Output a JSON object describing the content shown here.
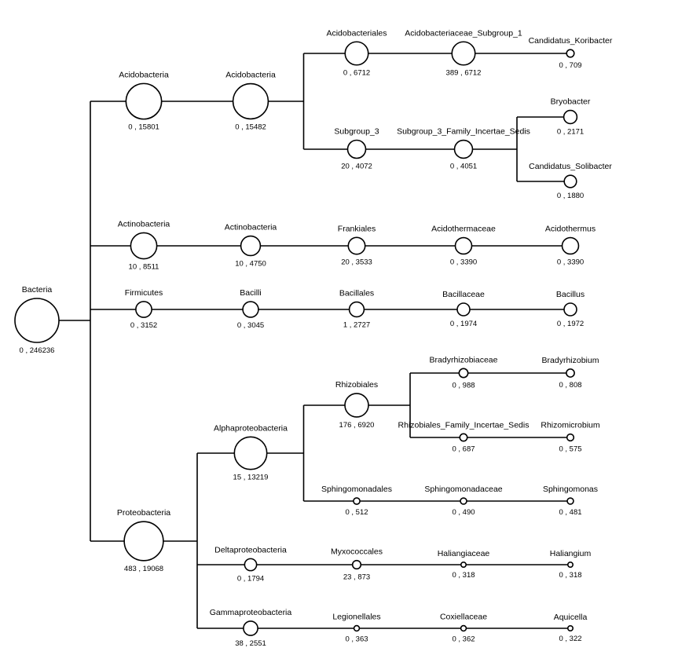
{
  "tree": {
    "line_color": "#000000",
    "node_fill": "#ffffff",
    "nodes": [
      {
        "id": "bacteria",
        "label": "Bacteria",
        "value": "0 , 246236",
        "a": 0,
        "b": 246236
      },
      {
        "id": "acidobacteria-phylum",
        "label": "Acidobacteria",
        "value": "0 , 15801",
        "a": 0,
        "b": 15801
      },
      {
        "id": "acidobacteria-class",
        "label": "Acidobacteria",
        "value": "0 , 15482",
        "a": 0,
        "b": 15482
      },
      {
        "id": "acidobacteriales",
        "label": "Acidobacteriales",
        "value": "0 , 6712",
        "a": 0,
        "b": 6712
      },
      {
        "id": "acidobacteriaceae-subgroup-1",
        "label": "Acidobacteriaceae_Subgroup_1",
        "value": "389 , 6712",
        "a": 389,
        "b": 6712
      },
      {
        "id": "candidatus-koribacter",
        "label": "Candidatus_Koribacter",
        "value": "0 , 709",
        "a": 0,
        "b": 709
      },
      {
        "id": "subgroup-3",
        "label": "Subgroup_3",
        "value": "20 , 4072",
        "a": 20,
        "b": 4072
      },
      {
        "id": "subgroup-3-family",
        "label": "Subgroup_3_Family_Incertae_Sedis",
        "value": "0 , 4051",
        "a": 0,
        "b": 4051
      },
      {
        "id": "bryobacter",
        "label": "Bryobacter",
        "value": "0 , 2171",
        "a": 0,
        "b": 2171
      },
      {
        "id": "candidatus-solibacter",
        "label": "Candidatus_Solibacter",
        "value": "0 , 1880",
        "a": 0,
        "b": 1880
      },
      {
        "id": "actinobacteria-phylum",
        "label": "Actinobacteria",
        "value": "10 , 8511",
        "a": 10,
        "b": 8511
      },
      {
        "id": "actinobacteria-class",
        "label": "Actinobacteria",
        "value": "10 , 4750",
        "a": 10,
        "b": 4750
      },
      {
        "id": "frankiales",
        "label": "Frankiales",
        "value": "20 , 3533",
        "a": 20,
        "b": 3533
      },
      {
        "id": "acidothermaceae",
        "label": "Acidothermaceae",
        "value": "0 , 3390",
        "a": 0,
        "b": 3390
      },
      {
        "id": "acidothermus",
        "label": "Acidothermus",
        "value": "0 , 3390",
        "a": 0,
        "b": 3390
      },
      {
        "id": "firmicutes",
        "label": "Firmicutes",
        "value": "0 , 3152",
        "a": 0,
        "b": 3152
      },
      {
        "id": "bacilli",
        "label": "Bacilli",
        "value": "0 , 3045",
        "a": 0,
        "b": 3045
      },
      {
        "id": "bacillales",
        "label": "Bacillales",
        "value": "1 , 2727",
        "a": 1,
        "b": 2727
      },
      {
        "id": "bacillaceae",
        "label": "Bacillaceae",
        "value": "0 , 1974",
        "a": 0,
        "b": 1974
      },
      {
        "id": "bacillus",
        "label": "Bacillus",
        "value": "0 , 1972",
        "a": 0,
        "b": 1972
      },
      {
        "id": "proteobacteria",
        "label": "Proteobacteria",
        "value": "483 , 19068",
        "a": 483,
        "b": 19068
      },
      {
        "id": "alphaproteobacteria",
        "label": "Alphaproteobacteria",
        "value": "15 , 13219",
        "a": 15,
        "b": 13219
      },
      {
        "id": "rhizobiales",
        "label": "Rhizobiales",
        "value": "176 , 6920",
        "a": 176,
        "b": 6920
      },
      {
        "id": "bradyrhizobiaceae",
        "label": "Bradyrhizobiaceae",
        "value": "0 , 988",
        "a": 0,
        "b": 988
      },
      {
        "id": "bradyrhizobium",
        "label": "Bradyrhizobium",
        "value": "0 , 808",
        "a": 0,
        "b": 808
      },
      {
        "id": "rhizobiales-family",
        "label": "Rhizobiales_Family_Incertae_Sedis",
        "value": "0 , 687",
        "a": 0,
        "b": 687
      },
      {
        "id": "rhizomicrobium",
        "label": "Rhizomicrobium",
        "value": "0 , 575",
        "a": 0,
        "b": 575
      },
      {
        "id": "sphingomonadales",
        "label": "Sphingomonadales",
        "value": "0 , 512",
        "a": 0,
        "b": 512
      },
      {
        "id": "sphingomonadaceae",
        "label": "Sphingomonadaceae",
        "value": "0 , 490",
        "a": 0,
        "b": 490
      },
      {
        "id": "sphingomonas",
        "label": "Sphingomonas",
        "value": "0 , 481",
        "a": 0,
        "b": 481
      },
      {
        "id": "deltaproteobacteria",
        "label": "Deltaproteobacteria",
        "value": "0 , 1794",
        "a": 0,
        "b": 1794
      },
      {
        "id": "myxococcales",
        "label": "Myxococcales",
        "value": "23 , 873",
        "a": 23,
        "b": 873
      },
      {
        "id": "haliangiaceae",
        "label": "Haliangiaceae",
        "value": "0 , 318",
        "a": 0,
        "b": 318
      },
      {
        "id": "haliangium",
        "label": "Haliangium",
        "value": "0 , 318",
        "a": 0,
        "b": 318
      },
      {
        "id": "gammaproteobacteria",
        "label": "Gammaproteobacteria",
        "value": "38 , 2551",
        "a": 38,
        "b": 2551
      },
      {
        "id": "legionellales",
        "label": "Legionellales",
        "value": "0 , 363",
        "a": 0,
        "b": 363
      },
      {
        "id": "coxiellaceae",
        "label": "Coxiellaceae",
        "value": "0 , 362",
        "a": 0,
        "b": 362
      },
      {
        "id": "aquicella",
        "label": "Aquicella",
        "value": "0 , 322",
        "a": 0,
        "b": 322
      }
    ],
    "edges": [
      [
        "bacteria",
        "acidobacteria-phylum"
      ],
      [
        "bacteria",
        "actinobacteria-phylum"
      ],
      [
        "bacteria",
        "firmicutes"
      ],
      [
        "bacteria",
        "proteobacteria"
      ],
      [
        "acidobacteria-phylum",
        "acidobacteria-class"
      ],
      [
        "acidobacteria-class",
        "acidobacteriales"
      ],
      [
        "acidobacteria-class",
        "subgroup-3"
      ],
      [
        "acidobacteriales",
        "acidobacteriaceae-subgroup-1"
      ],
      [
        "acidobacteriaceae-subgroup-1",
        "candidatus-koribacter"
      ],
      [
        "subgroup-3",
        "subgroup-3-family"
      ],
      [
        "subgroup-3-family",
        "bryobacter"
      ],
      [
        "subgroup-3-family",
        "candidatus-solibacter"
      ],
      [
        "actinobacteria-phylum",
        "actinobacteria-class"
      ],
      [
        "actinobacteria-class",
        "frankiales"
      ],
      [
        "frankiales",
        "acidothermaceae"
      ],
      [
        "acidothermaceae",
        "acidothermus"
      ],
      [
        "firmicutes",
        "bacilli"
      ],
      [
        "bacilli",
        "bacillales"
      ],
      [
        "bacillales",
        "bacillaceae"
      ],
      [
        "bacillaceae",
        "bacillus"
      ],
      [
        "proteobacteria",
        "alphaproteobacteria"
      ],
      [
        "proteobacteria",
        "deltaproteobacteria"
      ],
      [
        "proteobacteria",
        "gammaproteobacteria"
      ],
      [
        "alphaproteobacteria",
        "rhizobiales"
      ],
      [
        "alphaproteobacteria",
        "sphingomonadales"
      ],
      [
        "rhizobiales",
        "bradyrhizobiaceae"
      ],
      [
        "rhizobiales",
        "rhizobiales-family"
      ],
      [
        "bradyrhizobiaceae",
        "bradyrhizobium"
      ],
      [
        "rhizobiales-family",
        "rhizomicrobium"
      ],
      [
        "sphingomonadales",
        "sphingomonadaceae"
      ],
      [
        "sphingomonadaceae",
        "sphingomonas"
      ],
      [
        "deltaproteobacteria",
        "myxococcales"
      ],
      [
        "myxococcales",
        "haliangiaceae"
      ],
      [
        "haliangiaceae",
        "haliangium"
      ],
      [
        "gammaproteobacteria",
        "legionellales"
      ],
      [
        "legionellales",
        "coxiellaceae"
      ],
      [
        "coxiellaceae",
        "aquicella"
      ]
    ]
  }
}
